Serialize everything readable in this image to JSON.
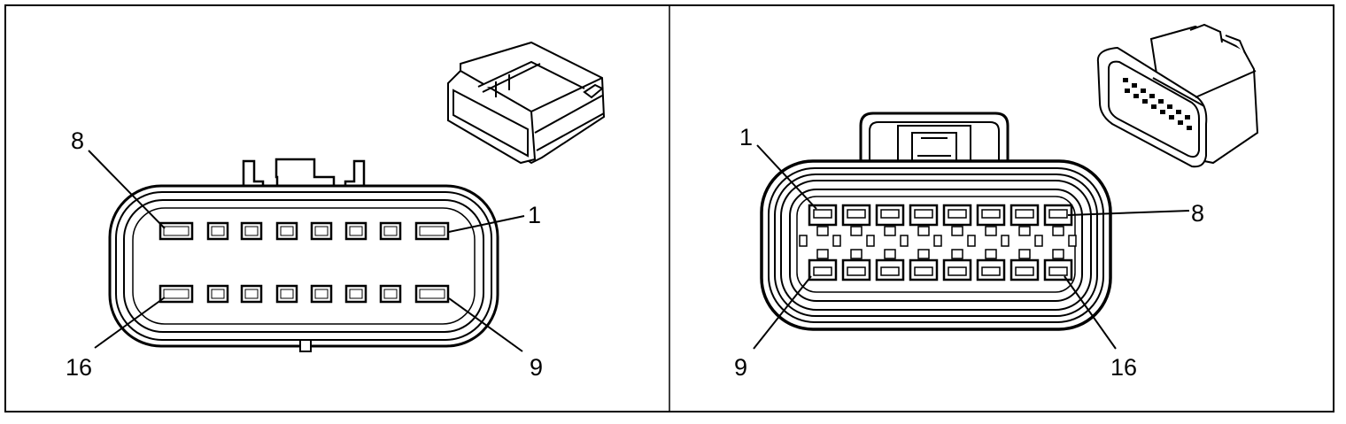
{
  "left_view": {
    "labels": {
      "top_left": "8",
      "top_right": "1",
      "bottom_left": "16",
      "bottom_right": "9"
    },
    "pins_per_row": 8,
    "rows": 2
  },
  "right_view": {
    "labels": {
      "top_left": "1",
      "top_right": "8",
      "bottom_left": "9",
      "bottom_right": "16"
    },
    "pins_per_row": 8,
    "rows": 2
  },
  "colors": {
    "line": "#000000",
    "background": "#ffffff"
  }
}
